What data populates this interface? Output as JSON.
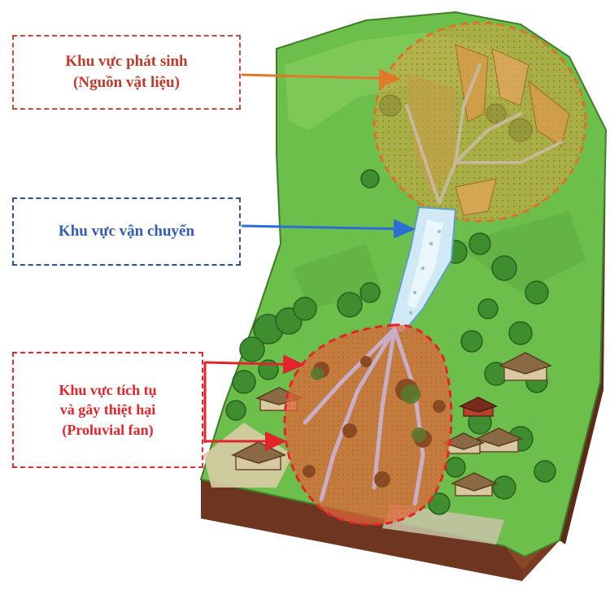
{
  "labels": {
    "source": {
      "line1": "Khu vực phát sinh",
      "line2": "(Nguồn vật liệu)",
      "color": "#c0392b"
    },
    "transport": {
      "line1": "Khu vực vận chuyển",
      "color": "#2e5cb8"
    },
    "deposit": {
      "line1": "Khu vực tích tụ",
      "line2": "và gây thiệt hại",
      "line3": "(Proluvial fan)",
      "color": "#e3242b"
    }
  },
  "colors": {
    "terrain_green": "#6cbf4a",
    "soil_brown": "#7a3b22",
    "source_zone": "#d9a441",
    "deposit_zone": "#e0663a",
    "channel_water": "#cfe9f5"
  }
}
